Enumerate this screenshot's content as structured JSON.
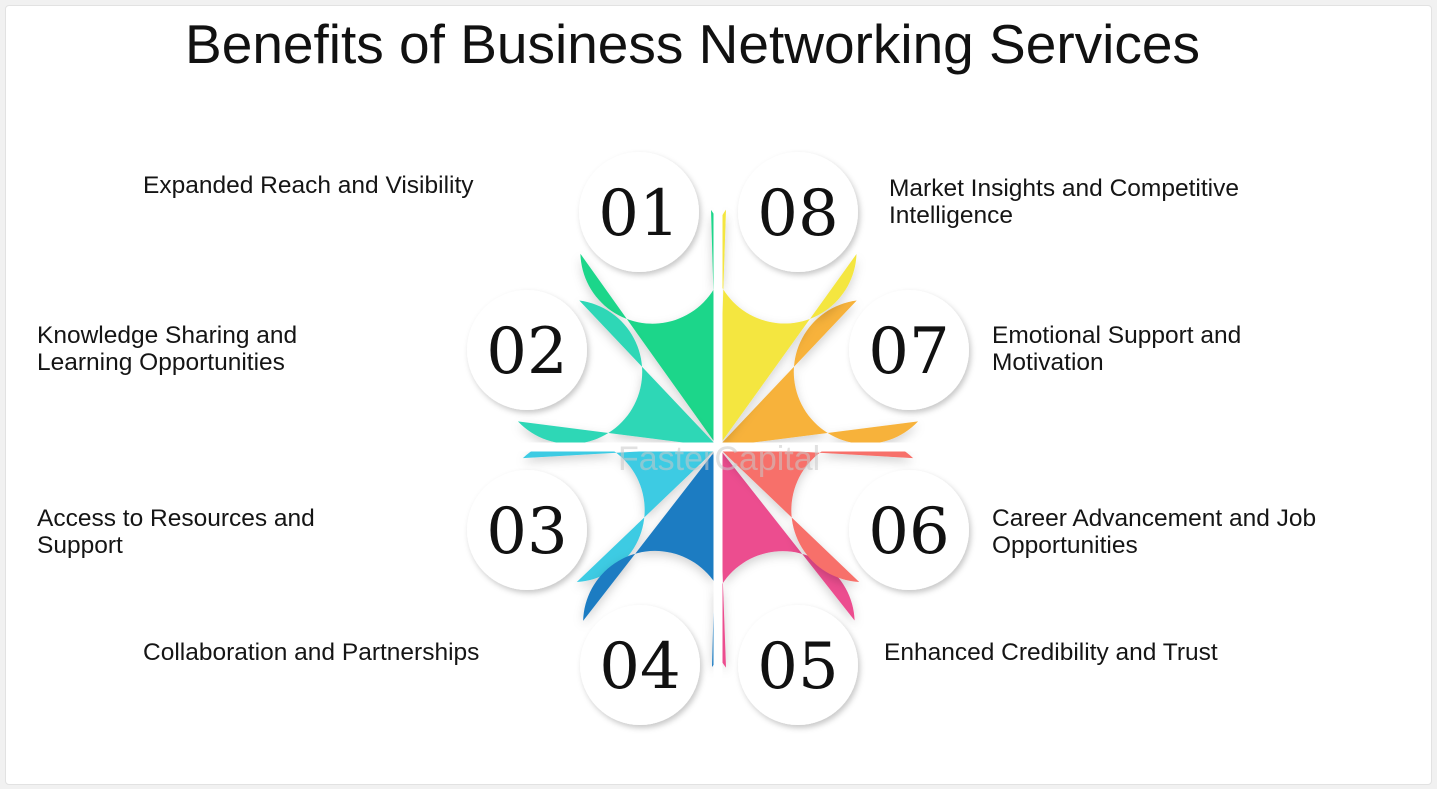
{
  "title": "Benefits of Business Networking Services",
  "watermark": "FasterCapital",
  "items": [
    {
      "number": "01",
      "label": "Expanded Reach and Visibility",
      "color": "#1fd68a"
    },
    {
      "number": "02",
      "label": "Knowledge Sharing and\nLearning Opportunities",
      "color": "#2fd7b6"
    },
    {
      "number": "03",
      "label": "Access to Resources and\nSupport",
      "color": "#3ecbe3"
    },
    {
      "number": "04",
      "label": "Collaboration and Partnerships",
      "color": "#1f7cc2"
    },
    {
      "number": "05",
      "label": "Enhanced Credibility and Trust",
      "color": "#ec4d8f"
    },
    {
      "number": "06",
      "label": "Career Advancement and Job\nOpportunities",
      "color": "#f76f6a"
    },
    {
      "number": "07",
      "label": "Emotional Support and\nMotivation",
      "color": "#f7b23a"
    },
    {
      "number": "08",
      "label": "Market Insights and Competitive\nIntelligence",
      "color": "#f4e63f"
    }
  ]
}
